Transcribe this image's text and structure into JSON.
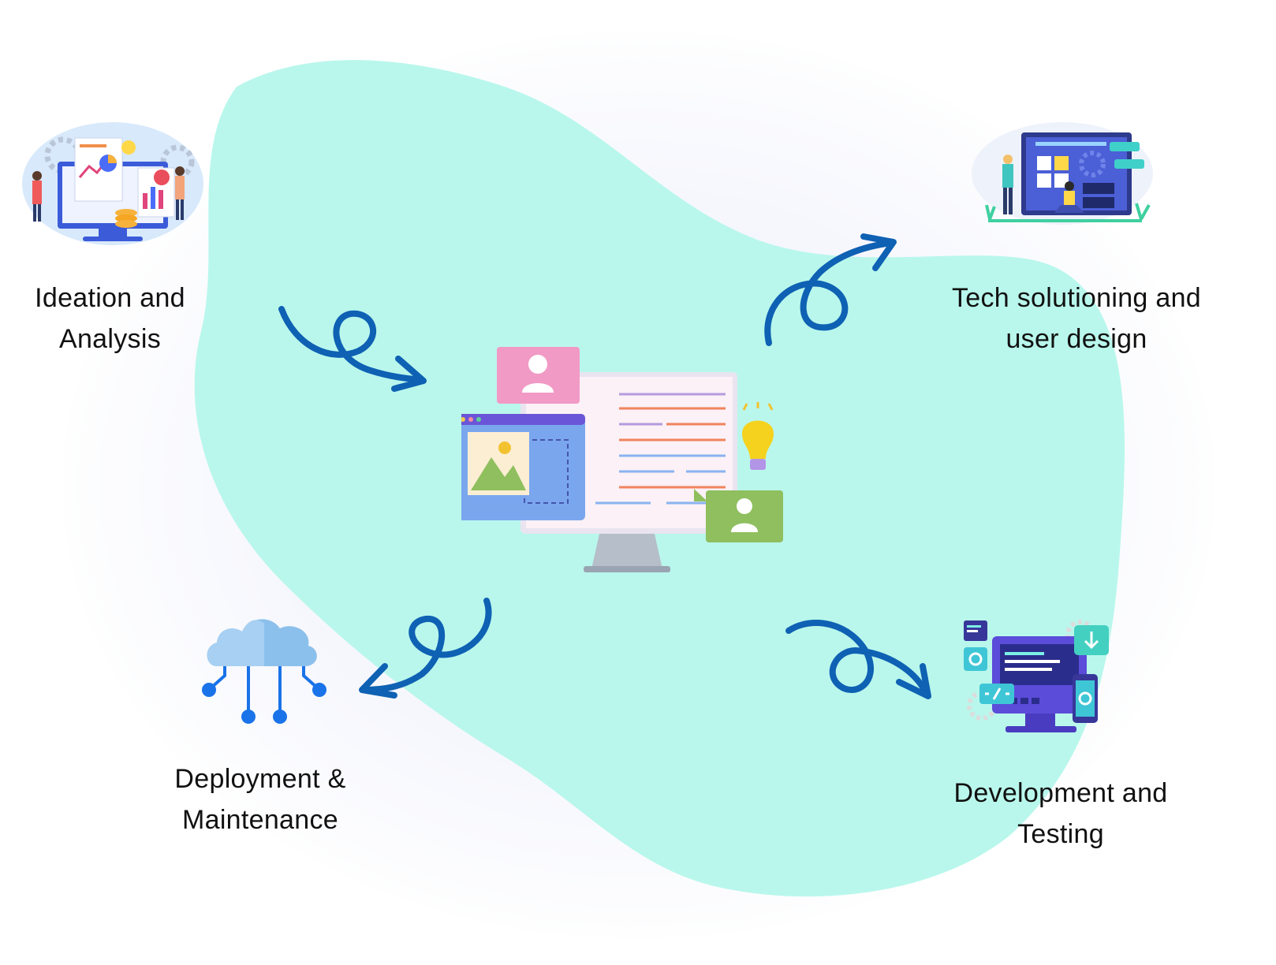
{
  "stages": {
    "ideation": {
      "line1": "Ideation and",
      "line2": "Analysis",
      "icon": "analytics-dashboard-icon"
    },
    "tech": {
      "line1": "Tech solutioning and",
      "line2": "user design",
      "icon": "ui-design-board-icon"
    },
    "development": {
      "line1": "Development and",
      "line2": "Testing",
      "icon": "code-testing-icon"
    },
    "deployment": {
      "line1": "Deployment &",
      "line2": "Maintenance",
      "icon": "cloud-network-icon"
    }
  },
  "center": {
    "icon": "web-design-monitor-icon"
  },
  "colors": {
    "blob": "#b9f7ec",
    "arrow": "#0e61b3",
    "cloud": "#7fb6e8",
    "cloud_nodes": "#1a73e8",
    "text": "#111111"
  }
}
